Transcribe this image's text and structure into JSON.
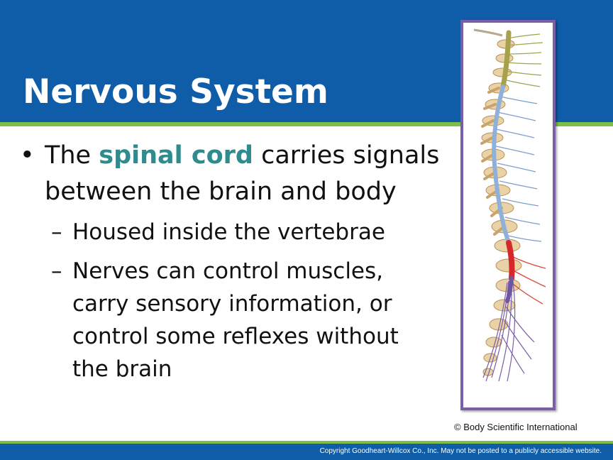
{
  "slide": {
    "title": "Nervous System",
    "bullet1": {
      "prefix": "The",
      "highlight": "spinal cord",
      "rest": "carries signals",
      "line2": "between the brain and body"
    },
    "sub1": "Housed inside the vertebrae",
    "sub2": {
      "line1": "Nerves can control muscles,",
      "line2": "carry sensory information, or",
      "line3": "control some reflexes without",
      "line4": "the brain"
    },
    "dash": "–",
    "bullet_char": "•"
  },
  "figure": {
    "icon": "spinal-cord-illustration",
    "credit": "© Body Scientific International"
  },
  "footer": {
    "copyright": "Copyright Goodheart-Willcox Co., Inc.  May not be posted to a publicly accessible website."
  },
  "colors": {
    "header_blue": "#0f5ca8",
    "accent_green": "#7bbf4a",
    "highlight_teal": "#2e8b8e",
    "frame_purple": "#7a5ea8"
  }
}
